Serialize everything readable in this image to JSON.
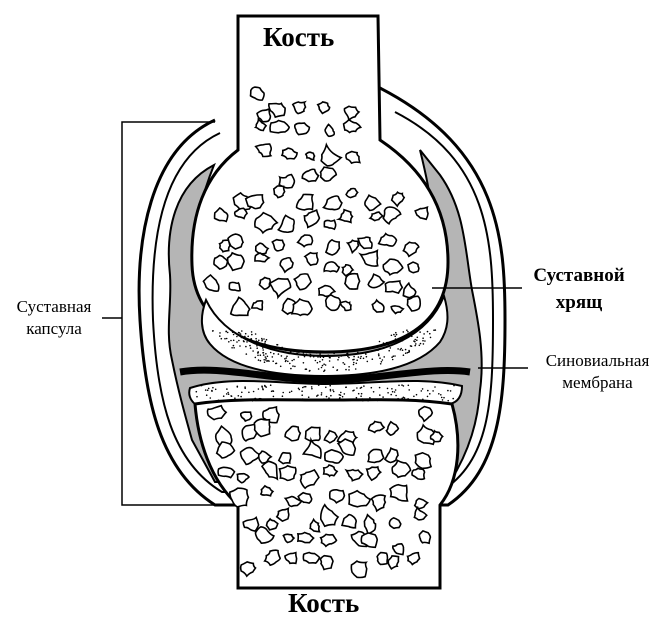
{
  "labels": {
    "bone_top": "Кость",
    "bone_bottom": "Кость",
    "capsule_line1": "Суставная",
    "capsule_line2": "капсула",
    "cartilage_line1": "Суставной",
    "cartilage_line2": "хрящ",
    "membrane_line1": "Синовиальная",
    "membrane_line2": "мембрана"
  },
  "colors": {
    "ink": "#000000",
    "synovial_fluid": "#b5b5b5",
    "background": "#ffffff"
  }
}
